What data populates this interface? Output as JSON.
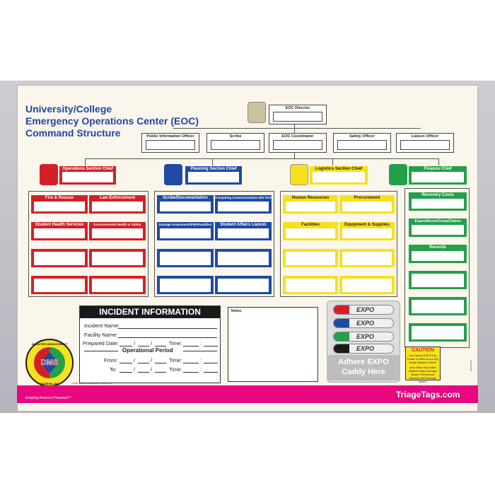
{
  "title": {
    "line1": "University/College",
    "line2": "Emergency Operations Center (EOC)",
    "line3": "Command Structure"
  },
  "command": {
    "director": "EOC Director",
    "staff": [
      "Public Information Officer",
      "Scribe",
      "EOC Coordinator",
      "Safety Officer",
      "Liaison Officer"
    ]
  },
  "sections": {
    "operations": {
      "chief": "Operations Section Chief",
      "roles": [
        "Fire & Rescue",
        "Law Enforcement",
        "Student Health Services",
        "Environmental Health & Safety"
      ]
    },
    "planning": {
      "chief": "Planning Section Chief",
      "roles": [
        "Scribe/Documentation",
        "Computing Communications Info Tech",
        "Damage Assessment/FMS/Facilities",
        "Student Affairs Liaison"
      ]
    },
    "logistics": {
      "chief": "Logistics Section Chief",
      "roles": [
        "Human Resources",
        "Procurement",
        "Facilities",
        "Equipment & Supplies"
      ]
    },
    "finance": {
      "chief": "Finance Chief",
      "roles": [
        "Recovery Costs",
        "Expenditures/Comp/Claims",
        "Records"
      ]
    }
  },
  "incident": {
    "heading": "INCIDENT INFORMATION",
    "incident_name": "Incident Name:",
    "facility_name": "Facility Name:",
    "prepared_date": "Prepared Date:",
    "time": "Time:",
    "operational_period": "Operational Period",
    "from": "From:",
    "to": "To:",
    "slash": "/",
    "colon": ":"
  },
  "notes_label": "Notes:",
  "caddy": {
    "brand": "EXPO",
    "adhere_line1": "Adhere EXPO",
    "adhere_line2": "Caddy Here",
    "marker_colors": [
      "#d32027",
      "#1e4aa3",
      "#22a04a",
      "#1a1a1a"
    ]
  },
  "caution": {
    "heading": "CAUTION",
    "text1": "Use Marvy EXPO Dry Erase or Write-A-Lot Dry Erase Markers ONLY!",
    "text2": "Any Other Dry Erase Markers May Damage Board. Permanent Markers Will Damage Board."
  },
  "logo": {
    "text_top": "DISASTER MANAGEMENT",
    "center": "DMS",
    "text_bottom": "SYSTEMS, INC."
  },
  "footer": {
    "tagline": "Keeping America Prepared™",
    "brand": "TriageTags.com",
    "copyright": "©2015 Disaster Management Systems, Inc.",
    "product_id": "DMS-05702"
  },
  "colors": {
    "red": "#d32027",
    "blue": "#1e4aa3",
    "yellow": "#f6e11c",
    "green": "#22a04a",
    "pink": "#e8077f",
    "title": "#1d47a6"
  }
}
